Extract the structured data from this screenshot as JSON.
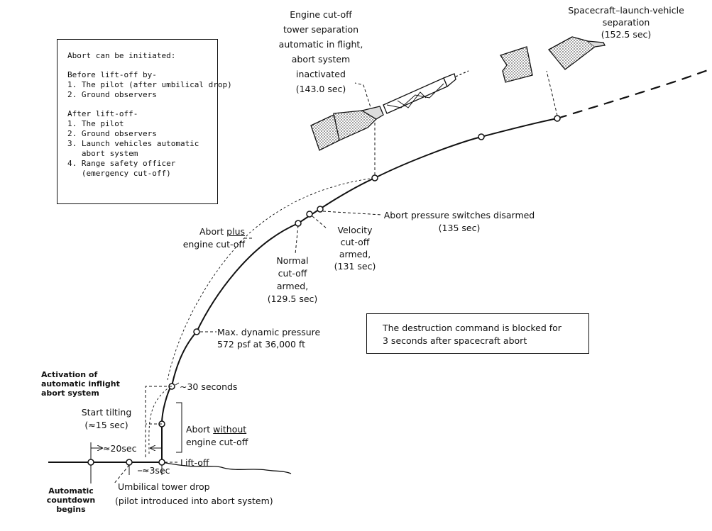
{
  "abort_box": {
    "title": "Abort can be initiated:",
    "before_heading": "Before lift-off by-",
    "before_items": [
      "1. The pilot (after umbilical drop)",
      "2. Ground observers"
    ],
    "after_heading": "After lift-off-",
    "after_items": [
      "1. The pilot",
      "2. Ground observers",
      "3. Launch vehicles automatic",
      "   abort system",
      "4. Range safety officer",
      "   (emergency cut-off)"
    ]
  },
  "destruction_box": {
    "line1": "The destruction command is blocked for",
    "line2": "3 seconds after spacecraft abort"
  },
  "labels": {
    "engine_cutoff": [
      "Engine cut-off",
      "tower separation",
      "automatic in flight,",
      "abort system",
      "inactivated",
      "(143.0 sec)"
    ],
    "separation": [
      "Spacecraft–launch-vehicle",
      "separation",
      "(152.5 sec)"
    ],
    "pressure_switches": [
      "Abort pressure switches disarmed",
      "(135 sec)"
    ],
    "velocity": [
      "Velocity",
      "cut-off",
      "armed,",
      "(131 sec)"
    ],
    "normal": [
      "Normal",
      "cut-off",
      "armed,",
      "(129.5 sec)"
    ],
    "abort_plus": [
      "Abort",
      "plus",
      "engine cut-off"
    ],
    "max_q": [
      "Max. dynamic pressure",
      "572 psf at 36,000 ft"
    ],
    "thirty_sec": "~30 seconds",
    "activation": [
      "Activation of",
      "automatic inflight",
      "abort system"
    ],
    "start_tilting": [
      "Start tilting",
      "(≈15 sec)"
    ],
    "abort_without": [
      "Abort",
      "without",
      "engine cut-off"
    ],
    "twenty_sec": "≈20sec",
    "three_sec": "≈3sec",
    "lift_off": "Lift-off",
    "umbilical": [
      "Umbilical tower drop",
      "(pilot introduced into abort system)"
    ],
    "countdown": [
      "Automatic",
      "countdown",
      "begins"
    ]
  },
  "colors": {
    "ink": "#111111",
    "background": "#ffffff",
    "hatch": "#8a8a8a"
  }
}
